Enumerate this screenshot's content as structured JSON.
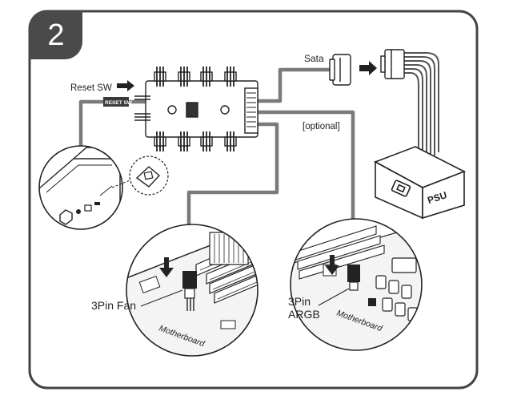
{
  "step_number": "2",
  "labels": {
    "reset_sw": "Reset SW",
    "reset_sw_plate": "RESET SW",
    "sata": "Sata",
    "optional": "[optional]",
    "psu": "PSU",
    "fan_connector": "3Pin Fan",
    "argb_connector_line1": "3Pin",
    "argb_connector_line2": "ARGB",
    "motherboard_left": "Motherboard",
    "motherboard_right": "Motherboard"
  },
  "colors": {
    "frame": "#444444",
    "badge": "#4a4a4a",
    "cable": "#7a7a7a",
    "line": "#333333"
  }
}
